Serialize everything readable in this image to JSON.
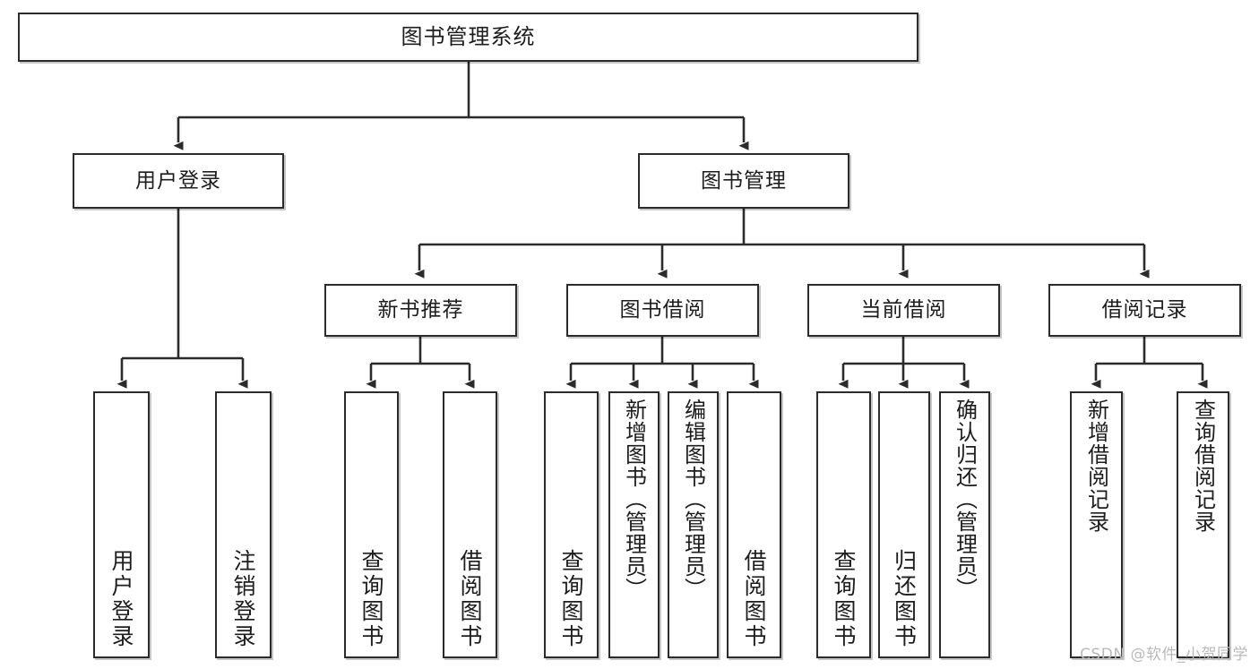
{
  "diagram": {
    "title": "图书管理系统",
    "type": "tree-hierarchy",
    "watermark": "CSDN @软件_小贺同学",
    "colors": {
      "stroke": "#2b2b2b",
      "fill": "#ffffff",
      "text": "#1d1d1d",
      "watermark": "#b9b9b9"
    }
  },
  "nodes": {
    "root": {
      "label": "图书管理系统"
    },
    "level1": [
      {
        "label": "用户登录"
      },
      {
        "label": "图书管理"
      }
    ],
    "level2": [
      {
        "label": "新书推荐"
      },
      {
        "label": "图书借阅"
      },
      {
        "label": "当前借阅"
      },
      {
        "label": "借阅记录"
      }
    ],
    "leaves": {
      "user_login": [
        {
          "label": "用户登录"
        },
        {
          "label": "注销登录"
        }
      ],
      "new_book_recommend": [
        {
          "label": "查询图书"
        },
        {
          "label": "借阅图书"
        }
      ],
      "book_borrow": [
        {
          "label": "查询图书"
        },
        {
          "label": "新增图书（管理员）"
        },
        {
          "label": "编辑图书（管理员）"
        },
        {
          "label": "借阅图书"
        }
      ],
      "current_borrow": [
        {
          "label": "查询图书"
        },
        {
          "label": "归还图书"
        },
        {
          "label": "确认归还（管理员）"
        }
      ],
      "borrow_record": [
        {
          "label": "新增借阅记录"
        },
        {
          "label": "查询借阅记录"
        }
      ]
    }
  },
  "chart_data": {
    "type": "tree",
    "title": "图书管理系统",
    "root": "图书管理系统",
    "edges": [
      [
        "图书管理系统",
        "用户登录"
      ],
      [
        "图书管理系统",
        "图书管理"
      ],
      [
        "用户登录",
        "用户登录"
      ],
      [
        "用户登录",
        "注销登录"
      ],
      [
        "图书管理",
        "新书推荐"
      ],
      [
        "图书管理",
        "图书借阅"
      ],
      [
        "图书管理",
        "当前借阅"
      ],
      [
        "图书管理",
        "借阅记录"
      ],
      [
        "新书推荐",
        "查询图书"
      ],
      [
        "新书推荐",
        "借阅图书"
      ],
      [
        "图书借阅",
        "查询图书"
      ],
      [
        "图书借阅",
        "新增图书（管理员）"
      ],
      [
        "图书借阅",
        "编辑图书（管理员）"
      ],
      [
        "图书借阅",
        "借阅图书"
      ],
      [
        "当前借阅",
        "查询图书"
      ],
      [
        "当前借阅",
        "归还图书"
      ],
      [
        "当前借阅",
        "确认归还（管理员）"
      ],
      [
        "借阅记录",
        "新增借阅记录"
      ],
      [
        "借阅记录",
        "查询借阅记录"
      ]
    ],
    "depth": 4
  }
}
